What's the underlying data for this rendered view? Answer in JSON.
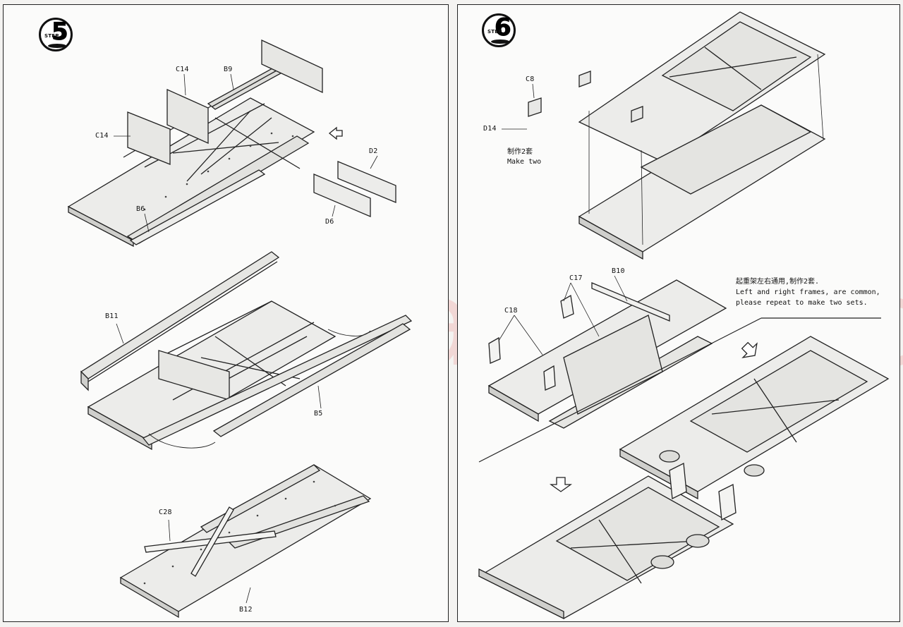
{
  "watermark": "modelarttkit.cz",
  "left_page": {
    "step_word": "STEP",
    "step_number": "5",
    "labels": {
      "c14_top": "C14",
      "b9": "B9",
      "c14_left": "C14",
      "d2": "D2",
      "d6": "D6",
      "b6": "B6",
      "b11": "B11",
      "b5": "B5",
      "c28": "C28",
      "b12": "B12"
    }
  },
  "right_page": {
    "step_word": "STEP",
    "step_number": "6",
    "labels": {
      "c8": "C8",
      "d14": "D14",
      "c17": "C17",
      "b10": "B10",
      "c18": "C18"
    },
    "notes": {
      "make_two_cn": "制作2套",
      "make_two_en": "Make two",
      "frames_cn": "起重架左右通用,制作2套.",
      "frames_en_1": "Left and right frames, are common,",
      "frames_en_2": "please repeat to make two sets."
    }
  }
}
